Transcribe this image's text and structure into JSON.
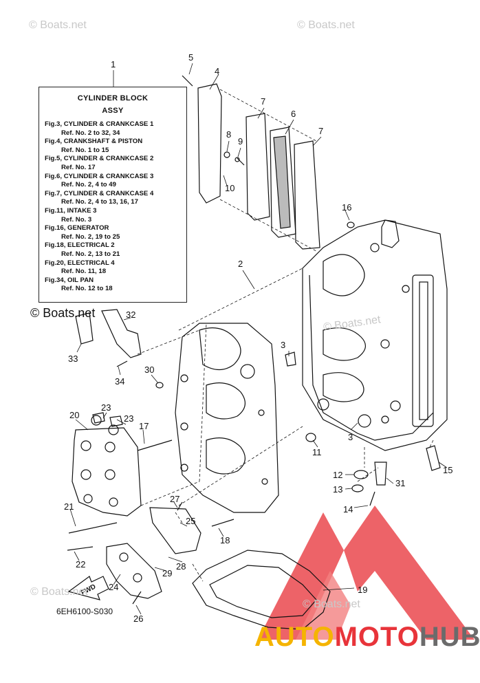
{
  "legend": {
    "title": "CYLINDER BLOCK",
    "subtitle": "ASSY",
    "lines": [
      {
        "fig": "Fig.3, CYLINDER & CRANKCASE 1",
        "ref": "Ref. No. 2 to 32, 34"
      },
      {
        "fig": "Fig.4, CRANKSHAFT & PISTON",
        "ref": "Ref. No. 1 to 15"
      },
      {
        "fig": "Fig.5, CYLINDER & CRANKCASE 2",
        "ref": "Ref. No. 17"
      },
      {
        "fig": "Fig.6, CYLINDER & CRANKCASE 3",
        "ref": "Ref. No. 2, 4 to 49"
      },
      {
        "fig": "Fig.7, CYLINDER & CRANKCASE 4",
        "ref": "Ref. No. 2, 4 to 13, 16, 17"
      },
      {
        "fig": "Fig.11, INTAKE 3",
        "ref": "Ref. No. 3"
      },
      {
        "fig": "Fig.16, GENERATOR",
        "ref": "Ref. No. 2, 19 to 25"
      },
      {
        "fig": "Fig.18, ELECTRICAL 2",
        "ref": "Ref. No. 2, 13 to 21"
      },
      {
        "fig": "Fig.20, ELECTRICAL 4",
        "ref": "Ref. No. 11, 18"
      },
      {
        "fig": "Fig.34, OIL PAN",
        "ref": "Ref. No. 12 to 18"
      }
    ]
  },
  "callouts": [
    "1",
    "2",
    "3",
    "3",
    "4",
    "5",
    "6",
    "7",
    "7",
    "8",
    "9",
    "10",
    "11",
    "12",
    "13",
    "14",
    "15",
    "16",
    "17",
    "18",
    "19",
    "20",
    "21",
    "22",
    "23",
    "23",
    "24",
    "25",
    "26",
    "27",
    "28",
    "29",
    "30",
    "31",
    "32",
    "33",
    "34"
  ],
  "direction_label": "FWD",
  "diagram_code": "6EH6100-S030",
  "watermarks": [
    "© Boats.net",
    "© Boats.net",
    "© Boats.net",
    "© Boats.net",
    "© Boats.net",
    "© Boats.net"
  ],
  "brand": {
    "part1": "AUTO",
    "part2": "MOTO",
    "part3": "HUB"
  },
  "colors": {
    "line": "#111111",
    "logo_red": "#e8343a",
    "logo_yellow": "#f5b400",
    "logo_gray": "#6b6b6b"
  }
}
